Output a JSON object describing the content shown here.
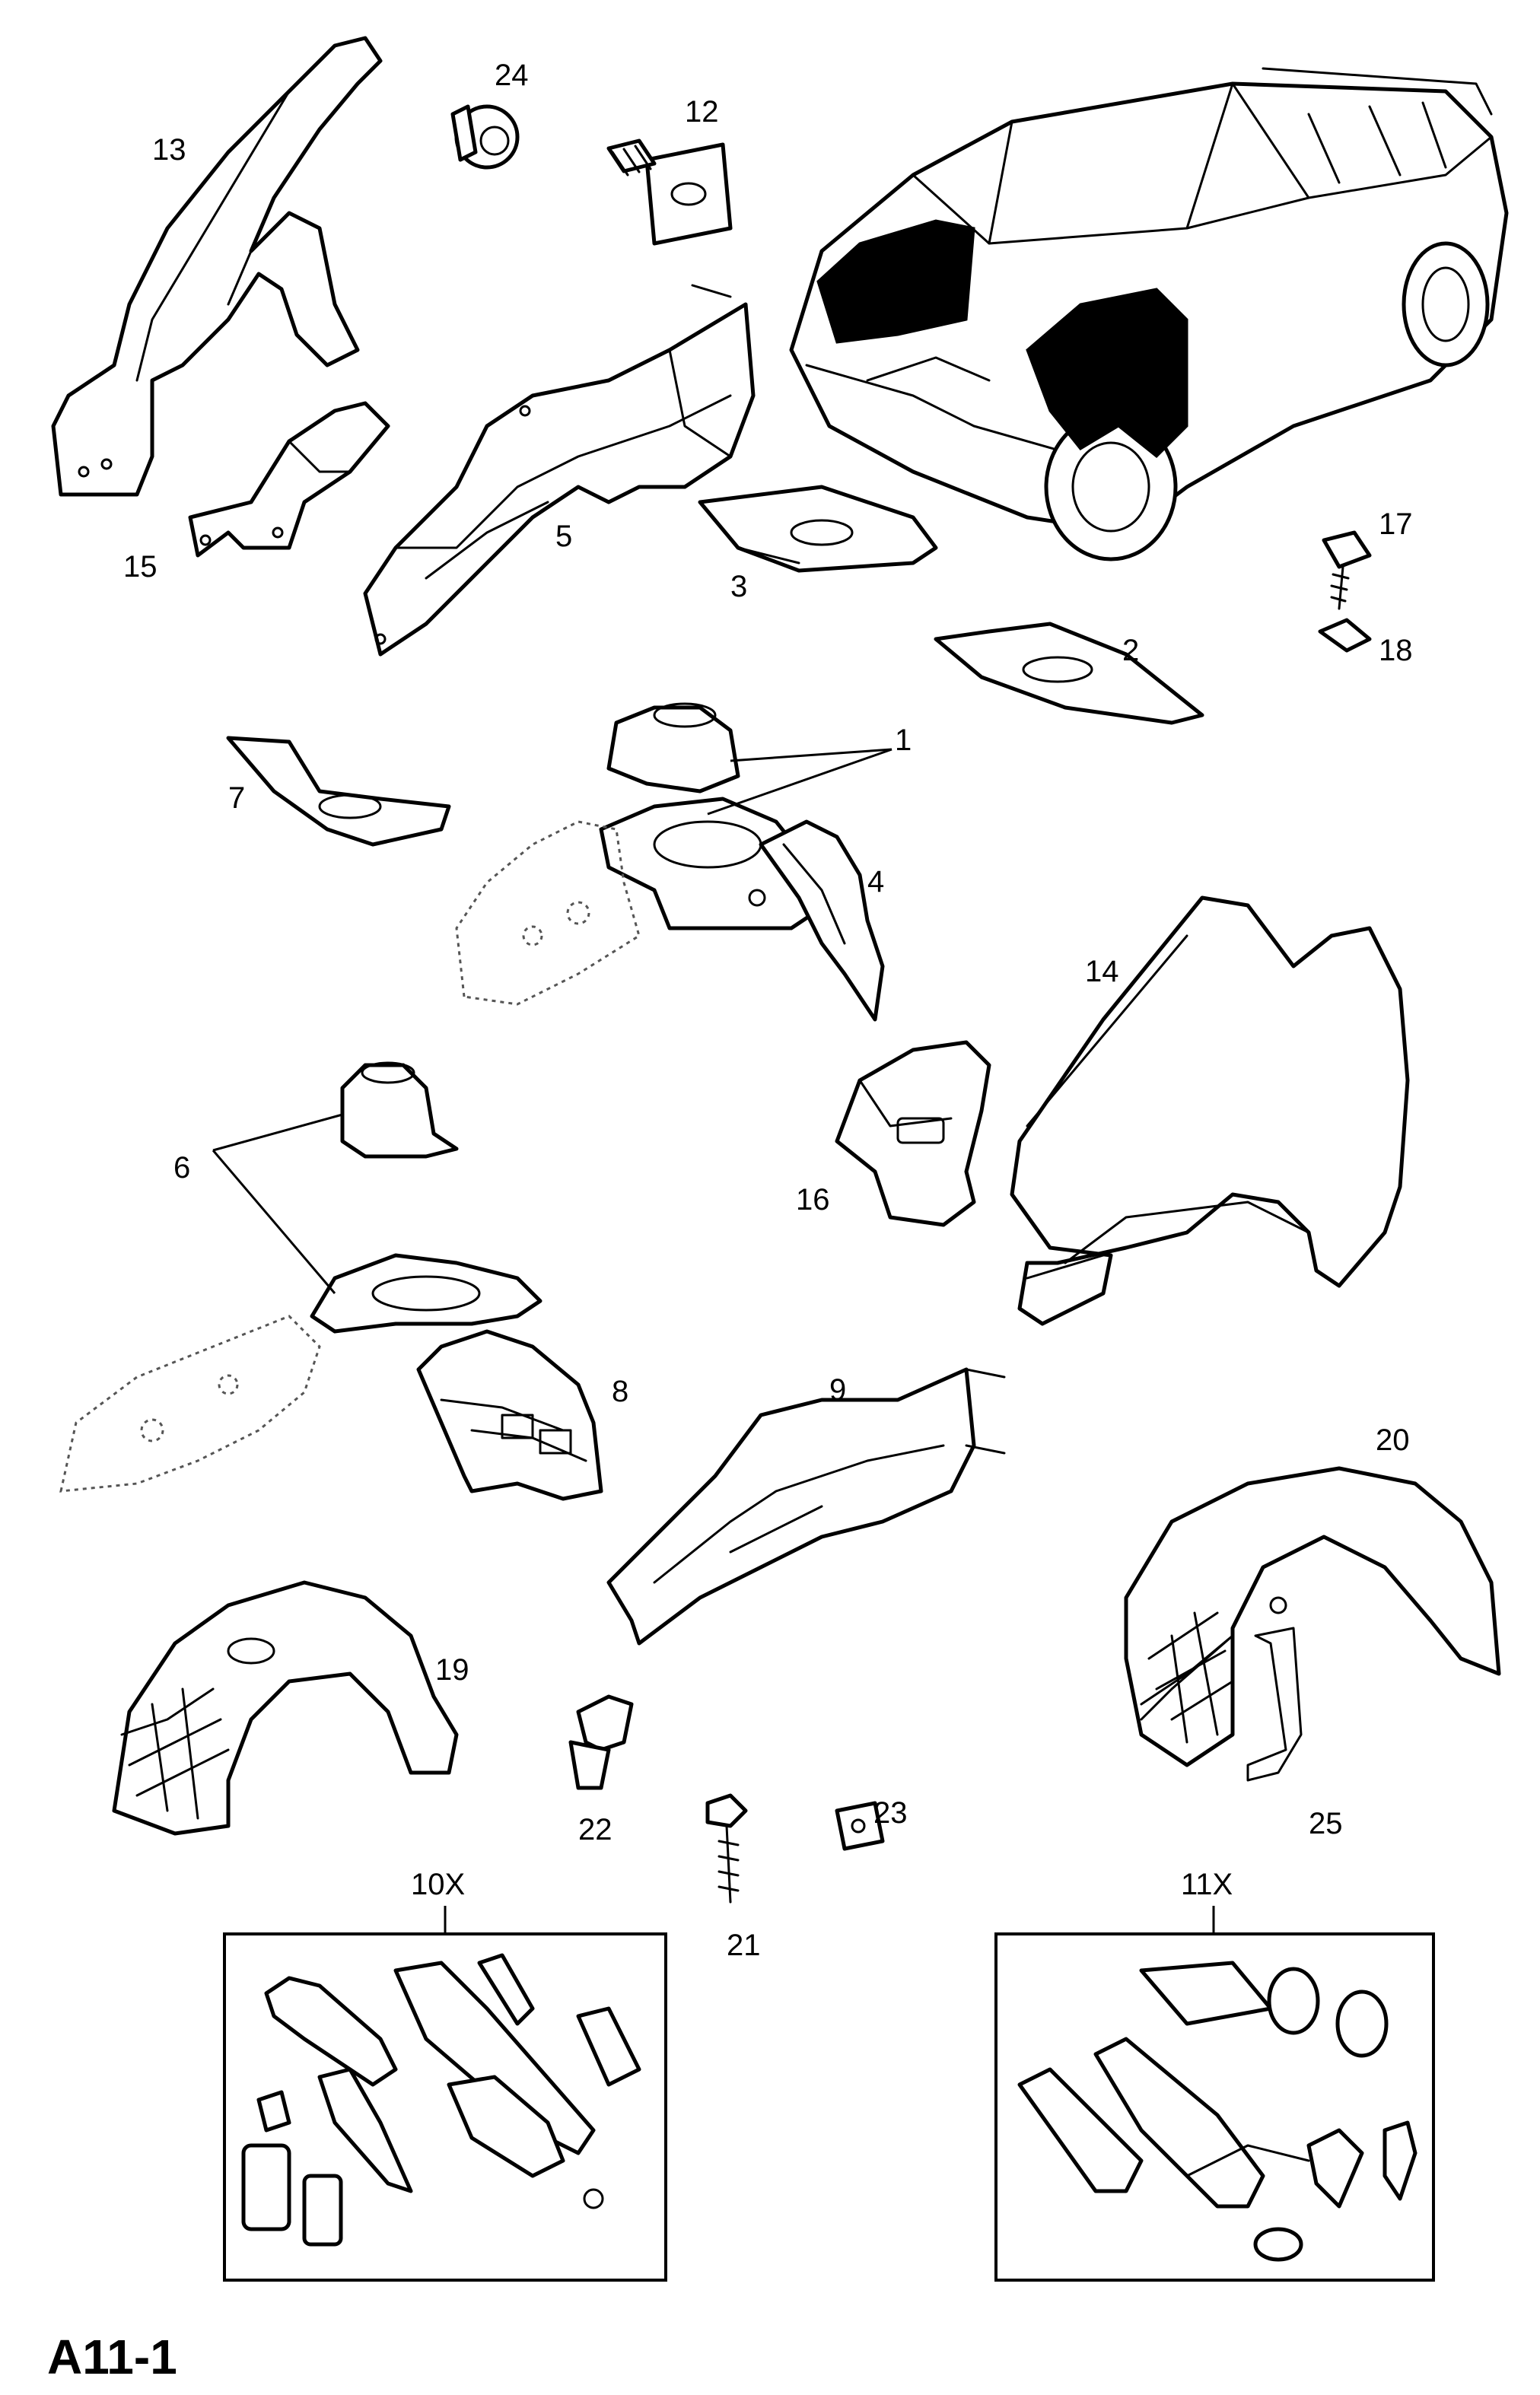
{
  "diagram_code": "A11-1",
  "callouts": {
    "c1": "1",
    "c2": "2",
    "c3": "3",
    "c4": "4",
    "c5": "5",
    "c6": "6",
    "c7": "7",
    "c8": "8",
    "c9": "9",
    "c12": "12",
    "c13": "13",
    "c14": "14",
    "c15": "15",
    "c16": "16",
    "c17": "17",
    "c18": "18",
    "c19": "19",
    "c20": "20",
    "c21": "21",
    "c22": "22",
    "c23": "23",
    "c24": "24",
    "c25": "25"
  },
  "kits": {
    "kit_10x": "10X",
    "kit_11x": "11X"
  },
  "colors": {
    "line": "#000000",
    "background": "#ffffff",
    "highlight_fill": "#000000"
  }
}
